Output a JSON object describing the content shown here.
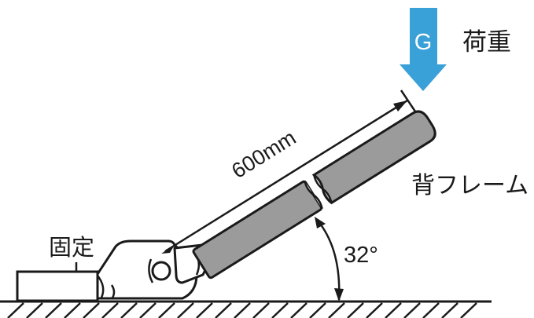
{
  "load": {
    "symbol": "G",
    "label": "荷重",
    "arrow_color": "#3aa0d8"
  },
  "frame": {
    "label": "背フレーム",
    "length": "600mm",
    "angle": "32°",
    "fill_color": "#9b9b9b"
  },
  "fixed": {
    "label": "固定"
  }
}
